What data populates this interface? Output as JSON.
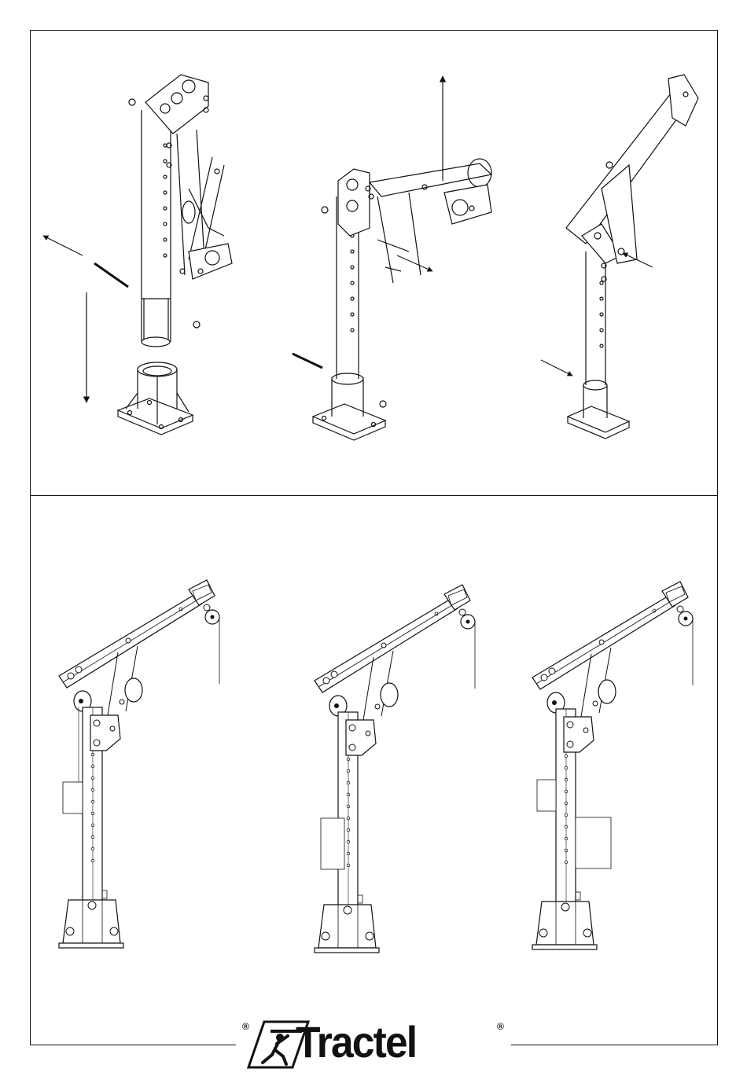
{
  "brand": {
    "name": "Tractel",
    "registered_mark": "®",
    "logo_icon": "climber-figure-icon"
  },
  "panels": {
    "top": {
      "figures": [
        "assembly-step-1",
        "assembly-step-2",
        "assembly-step-3"
      ]
    },
    "bottom": {
      "figures": [
        "mast-position-1",
        "mast-position-2",
        "mast-position-3"
      ]
    }
  },
  "colors": {
    "line": "#111111",
    "background": "#ffffff"
  }
}
